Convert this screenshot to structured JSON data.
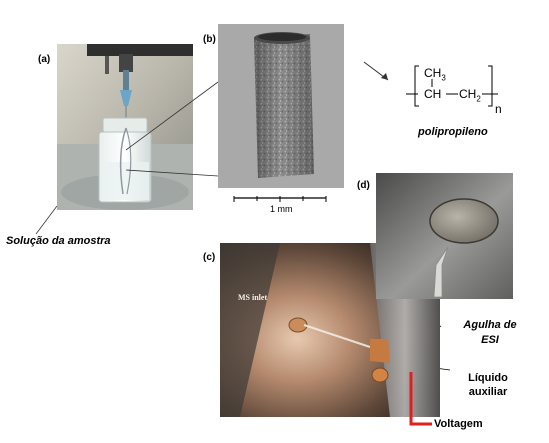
{
  "panels": {
    "a": "(a)",
    "b": "(b)",
    "c": "(c)",
    "d": "(d)"
  },
  "labels": {
    "sample_solution": "Solução da amostra",
    "polymer_name": "polipropileno",
    "scale_bar": "1 mm",
    "ms_inlet": "MS inlet",
    "esi_needle_line1": "Agulha de",
    "esi_needle_line2": "ESI",
    "aux_liquid_line1": "Líquido",
    "aux_liquid_line2": "auxiliar",
    "voltage": "Voltagem"
  },
  "formula": {
    "ch3": "CH",
    "ch3_sub": "3",
    "ch": "CH",
    "ch2": "CH",
    "ch2_sub": "2",
    "n": "n"
  },
  "colors": {
    "voltage_wire": "#e21f1f"
  }
}
